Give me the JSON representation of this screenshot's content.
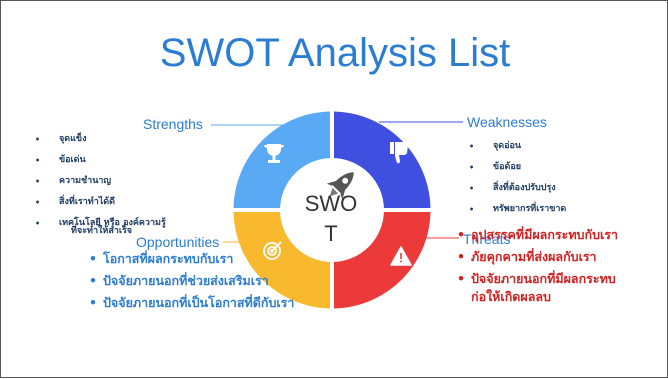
{
  "title": "SWOT Analysis List",
  "center": {
    "line1": "SWO",
    "line2": "T"
  },
  "labels": {
    "strengths": "Strengths",
    "weaknesses": "Weaknesses",
    "opportunities": "Opportunities",
    "threats": "Threats"
  },
  "strengths_items": [
    "จุดแข็ง",
    "ข้อเด่น",
    "ความชำนาญ",
    "สิ่งที่เราทำได้ดี",
    "เทคโนโลยี หรือ องค์ความรู้",
    "ที่จะทำให้สำเร็จ"
  ],
  "weaknesses_items": [
    "จุดอ่อน",
    "ข้อด้อย",
    "สิ่งที่ต้องปรับปรุง",
    "ทรัพยากรที่เราขาด"
  ],
  "opportunities_items": [
    "โอกาสที่ผลกระทบกับเรา",
    "ปัจจัยภายนอกที่ช่วยส่งเสริมเรา",
    "ปัจจัยภายนอกที่เป็นโอกาสที่ดีกับเรา"
  ],
  "threats_items": [
    "อุปสรรคที่มีผลกระทบกับเรา",
    "ภัยคุกคามที่ส่งผลกับเรา",
    "ปัจจัยภายนอกที่มีผลกระทบ ก่อให้เกิดผลลบ"
  ],
  "colors": {
    "strengths": "#5aa9f5",
    "weaknesses": "#3f4fe0",
    "opportunities": "#f9b92f",
    "threats": "#ec3a3a",
    "title": "#2b7cd3"
  },
  "icons": {
    "strengths": "trophy-icon",
    "weaknesses": "thumbs-down-icon",
    "opportunities": "target-icon",
    "threats": "warning-icon",
    "center": "rocket-icon"
  }
}
